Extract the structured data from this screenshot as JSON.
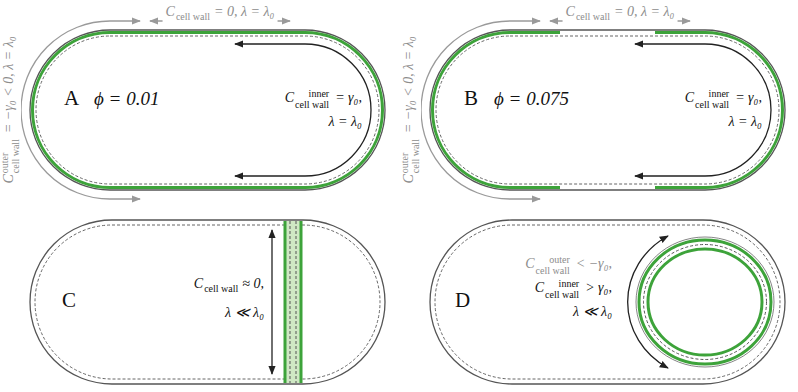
{
  "diagram": {
    "nodes": [
      {
        "text": [
          "A",
          "ϕ = 0.01",
          "C",
          "inner",
          "cell wall",
          "= γ₀,",
          "λ = λ₀"
        ]
      },
      {
        "text": [
          "B",
          "ϕ = 0.075",
          "C",
          "inner",
          "cell wall",
          "= γ₀,",
          "λ = λ₀"
        ]
      },
      {
        "text": [
          "C",
          "C",
          "cell wall",
          "≈ 0,",
          "λ ≪ λ₀"
        ]
      },
      {
        "text": [
          "D",
          "C",
          "outer",
          "cell wall",
          "< −γ₀,",
          "C",
          "inner",
          "cell wall",
          "> γ₀,",
          "λ ≪ λ₀"
        ]
      }
    ],
    "labels": [
      "C",
      "cell wall",
      "= 0, λ = λ₀",
      "C",
      "outer",
      "cell wall",
      "= −γ₀ < 0, λ = λ₀",
      "C",
      "cell wall",
      "= 0, λ = λ₀",
      "C",
      "outer",
      "cell wall",
      "= −γ₀ < 0, λ = λ₀"
    ]
  }
}
